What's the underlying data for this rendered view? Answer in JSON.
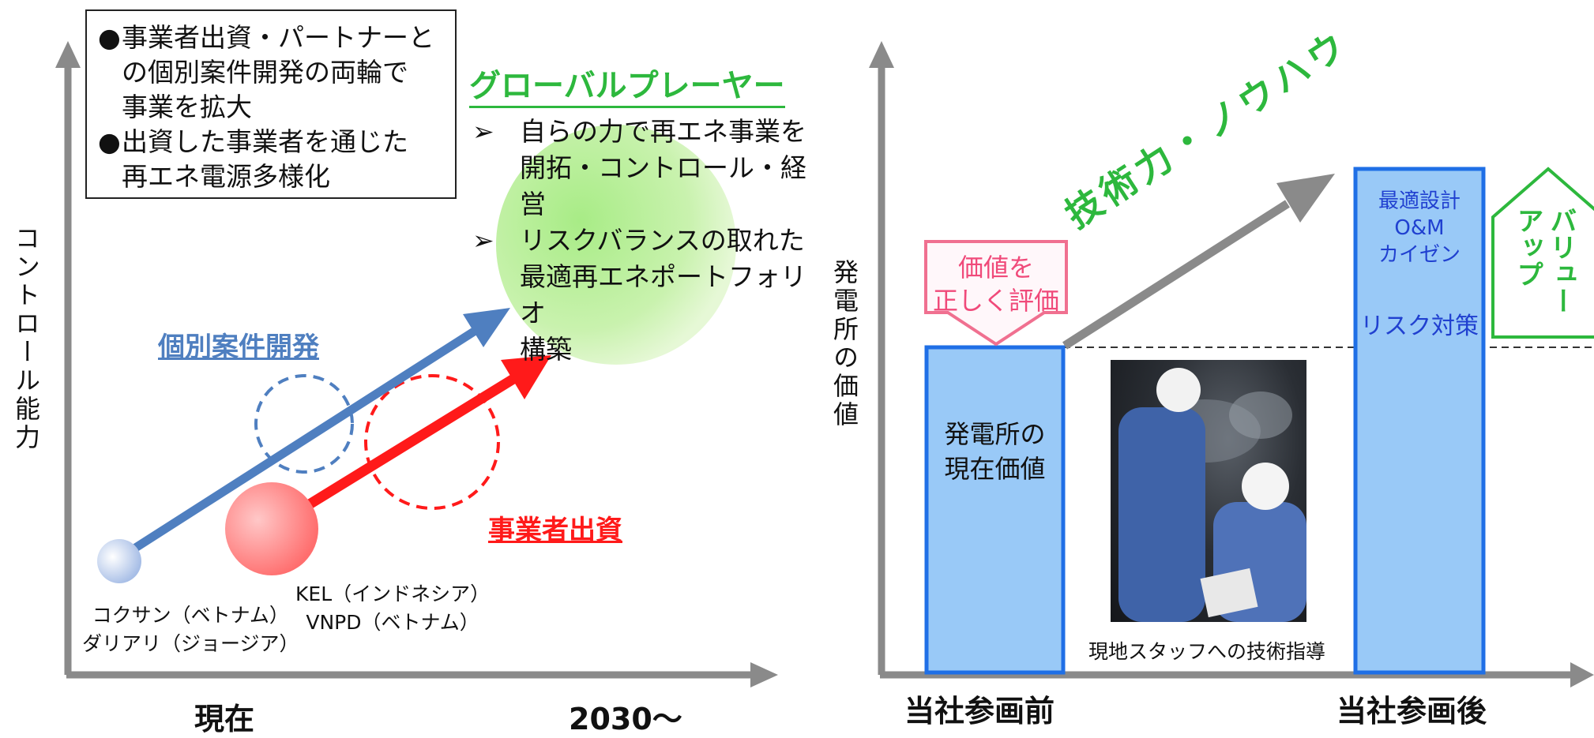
{
  "left_panel": {
    "y_axis_label": "コントロール能力",
    "x_axis_start": "現在",
    "x_axis_end": "2030〜",
    "note_bullets": [
      "事業者出資・パートナーとの個別案件開発の両輪で事業を拡大",
      "出資した事業者を通じた再エネ電源多様化"
    ],
    "note_bullet_lines": [
      [
        "事業者出資・パートナーと",
        "の個別案件開発の両輪で",
        "事業を拡大"
      ],
      [
        "出資した事業者を通じた",
        "再エネ電源多様化"
      ]
    ],
    "global_player": {
      "title": "グローバルプレーヤー",
      "items": [
        [
          "自らの力で再エネ事業を",
          "開拓・コントロール・経営"
        ],
        [
          "リスクバランスの取れた",
          "最適再エネポートフォリオ",
          "構築"
        ]
      ]
    },
    "individual_dev_label": "個別案件開発",
    "investment_label": "事業者出資",
    "blue_origin_labels": [
      "コクサン（ベトナム）",
      "ダリアリ（ジョージア）"
    ],
    "red_origin_labels": [
      "KEL（インドネシア）",
      "VNPD（ベトナム）"
    ],
    "colors": {
      "blue": "#4f7fc0",
      "red": "#ff1a1a",
      "green": "#2db83d"
    }
  },
  "right_panel": {
    "y_axis_label": "発電所の価値",
    "x_label_before": "当社参画前",
    "x_label_after": "当社参画後",
    "before_bar_lines": [
      "発電所の",
      "現在価値"
    ],
    "evaluate_callout_lines": [
      "価値を",
      "正しく評価"
    ],
    "arrow_label": "技術力・ノウハウ",
    "after_bar_top_lines": [
      "最適設計",
      "O&M",
      "カイゼン"
    ],
    "after_bar_bottom": "リスク対策",
    "value_up_columns": [
      "バリュー",
      "アップ"
    ],
    "photo_caption": "現地スタッフへの技術指導",
    "colors": {
      "bar_fill": "#99c9f7",
      "bar_border": "#1f6fe6",
      "pink": "#f07090",
      "green": "#2db83d",
      "blue_text": "#2040d0"
    }
  }
}
